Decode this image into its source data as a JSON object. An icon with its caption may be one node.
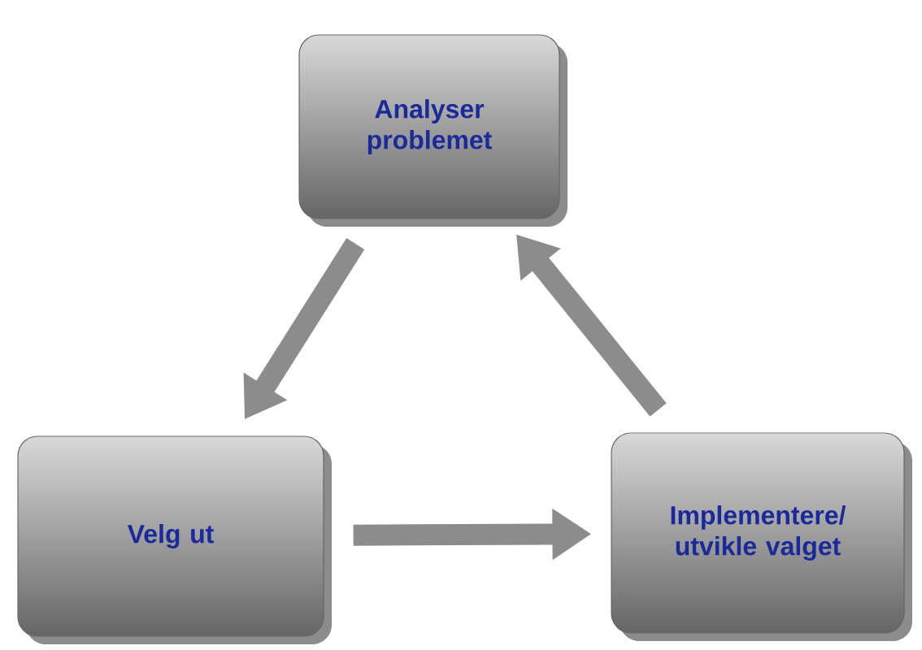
{
  "diagram": {
    "nodes": [
      {
        "text": [
          "Analyser problemet"
        ]
      },
      {
        "text": [
          "Velg ut"
        ]
      },
      {
        "text": [
          "Implementere/ utvikle valget"
        ]
      }
    ],
    "edges": [
      {
        "from": 0,
        "to": 1,
        "arrow": "to"
      },
      {
        "from": 1,
        "to": 2,
        "arrow": "to"
      },
      {
        "from": 2,
        "to": 0,
        "arrow": "to"
      }
    ]
  }
}
